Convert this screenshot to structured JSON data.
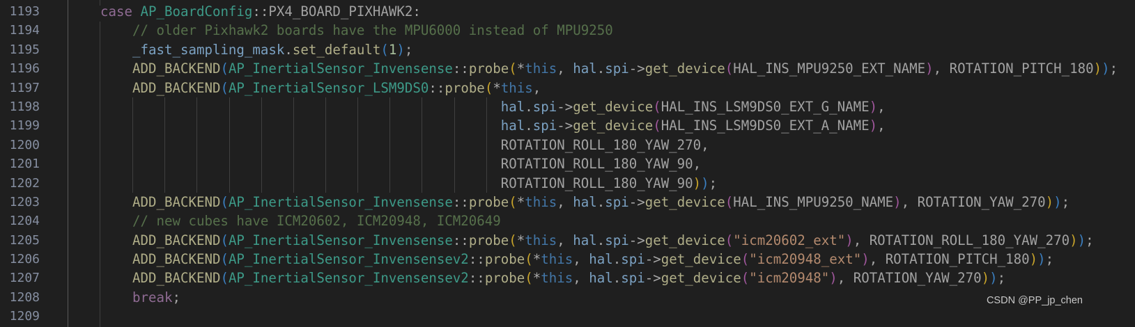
{
  "editor": {
    "line_numbers": [
      "1193",
      "1194",
      "1195",
      "1196",
      "1197",
      "1198",
      "1199",
      "1200",
      "1201",
      "1202",
      "1203",
      "1204",
      "1205",
      "1206",
      "1207",
      "1208",
      "1209"
    ],
    "lines": [
      [
        {
          "t": "case",
          "c": "kw"
        },
        {
          "t": " "
        },
        {
          "t": "AP_BoardConfig",
          "c": "type"
        },
        {
          "t": "::",
          "c": "op"
        },
        {
          "t": "PX4_BOARD_PIXHAWK2",
          "c": "const"
        },
        {
          "t": ":",
          "c": "op"
        }
      ],
      [
        {
          "t": "    "
        },
        {
          "t": "// older Pixhawk2 boards have the MPU6000 instead of MPU9250",
          "c": "cmt"
        }
      ],
      [
        {
          "t": "    "
        },
        {
          "t": "_fast_sampling_mask",
          "c": "var"
        },
        {
          "t": ".",
          "c": "op"
        },
        {
          "t": "set_default",
          "c": "fn"
        },
        {
          "t": "(",
          "c": "b1"
        },
        {
          "t": "1",
          "c": "num"
        },
        {
          "t": ")",
          "c": "b1"
        },
        {
          "t": ";",
          "c": "op"
        }
      ],
      [
        {
          "t": "    "
        },
        {
          "t": "ADD_BACKEND",
          "c": "fn"
        },
        {
          "t": "(",
          "c": "b1"
        },
        {
          "t": "AP_InertialSensor_Invensense",
          "c": "type"
        },
        {
          "t": "::",
          "c": "op"
        },
        {
          "t": "probe",
          "c": "fn"
        },
        {
          "t": "(",
          "c": "b2"
        },
        {
          "t": "*",
          "c": "op"
        },
        {
          "t": "this",
          "c": "this"
        },
        {
          "t": ", ",
          "c": "op"
        },
        {
          "t": "hal",
          "c": "var"
        },
        {
          "t": ".",
          "c": "op"
        },
        {
          "t": "spi",
          "c": "var"
        },
        {
          "t": "->",
          "c": "op"
        },
        {
          "t": "get_device",
          "c": "fn"
        },
        {
          "t": "(",
          "c": "b3"
        },
        {
          "t": "HAL_INS_MPU9250_EXT_NAME",
          "c": "const"
        },
        {
          "t": ")",
          "c": "b3"
        },
        {
          "t": ", ",
          "c": "op"
        },
        {
          "t": "ROTATION_PITCH_180",
          "c": "const"
        },
        {
          "t": ")",
          "c": "b2"
        },
        {
          "t": ")",
          "c": "b1"
        },
        {
          "t": ";",
          "c": "op"
        }
      ],
      [
        {
          "t": "    "
        },
        {
          "t": "ADD_BACKEND",
          "c": "fn"
        },
        {
          "t": "(",
          "c": "b1"
        },
        {
          "t": "AP_InertialSensor_LSM9DS0",
          "c": "type"
        },
        {
          "t": "::",
          "c": "op"
        },
        {
          "t": "probe",
          "c": "fn"
        },
        {
          "t": "(",
          "c": "b2"
        },
        {
          "t": "*",
          "c": "op"
        },
        {
          "t": "this",
          "c": "this"
        },
        {
          "t": ",",
          "c": "op"
        }
      ],
      [
        {
          "t": "                                                  "
        },
        {
          "t": "hal",
          "c": "var"
        },
        {
          "t": ".",
          "c": "op"
        },
        {
          "t": "spi",
          "c": "var"
        },
        {
          "t": "->",
          "c": "op"
        },
        {
          "t": "get_device",
          "c": "fn"
        },
        {
          "t": "(",
          "c": "b3"
        },
        {
          "t": "HAL_INS_LSM9DS0_EXT_G_NAME",
          "c": "const"
        },
        {
          "t": ")",
          "c": "b3"
        },
        {
          "t": ",",
          "c": "op"
        }
      ],
      [
        {
          "t": "                                                  "
        },
        {
          "t": "hal",
          "c": "var"
        },
        {
          "t": ".",
          "c": "op"
        },
        {
          "t": "spi",
          "c": "var"
        },
        {
          "t": "->",
          "c": "op"
        },
        {
          "t": "get_device",
          "c": "fn"
        },
        {
          "t": "(",
          "c": "b3"
        },
        {
          "t": "HAL_INS_LSM9DS0_EXT_A_NAME",
          "c": "const"
        },
        {
          "t": ")",
          "c": "b3"
        },
        {
          "t": ",",
          "c": "op"
        }
      ],
      [
        {
          "t": "                                                  "
        },
        {
          "t": "ROTATION_ROLL_180_YAW_270",
          "c": "const"
        },
        {
          "t": ",",
          "c": "op"
        }
      ],
      [
        {
          "t": "                                                  "
        },
        {
          "t": "ROTATION_ROLL_180_YAW_90",
          "c": "const"
        },
        {
          "t": ",",
          "c": "op"
        }
      ],
      [
        {
          "t": "                                                  "
        },
        {
          "t": "ROTATION_ROLL_180_YAW_90",
          "c": "const"
        },
        {
          "t": ")",
          "c": "b2"
        },
        {
          "t": ")",
          "c": "b1"
        },
        {
          "t": ";",
          "c": "op"
        }
      ],
      [
        {
          "t": "    "
        },
        {
          "t": "ADD_BACKEND",
          "c": "fn"
        },
        {
          "t": "(",
          "c": "b1"
        },
        {
          "t": "AP_InertialSensor_Invensense",
          "c": "type"
        },
        {
          "t": "::",
          "c": "op"
        },
        {
          "t": "probe",
          "c": "fn"
        },
        {
          "t": "(",
          "c": "b2"
        },
        {
          "t": "*",
          "c": "op"
        },
        {
          "t": "this",
          "c": "this"
        },
        {
          "t": ", ",
          "c": "op"
        },
        {
          "t": "hal",
          "c": "var"
        },
        {
          "t": ".",
          "c": "op"
        },
        {
          "t": "spi",
          "c": "var"
        },
        {
          "t": "->",
          "c": "op"
        },
        {
          "t": "get_device",
          "c": "fn"
        },
        {
          "t": "(",
          "c": "b3"
        },
        {
          "t": "HAL_INS_MPU9250_NAME",
          "c": "const"
        },
        {
          "t": ")",
          "c": "b3"
        },
        {
          "t": ", ",
          "c": "op"
        },
        {
          "t": "ROTATION_YAW_270",
          "c": "const"
        },
        {
          "t": ")",
          "c": "b2"
        },
        {
          "t": ")",
          "c": "b1"
        },
        {
          "t": ";",
          "c": "op"
        }
      ],
      [
        {
          "t": "    "
        },
        {
          "t": "// new cubes have ICM20602, ICM20948, ICM20649",
          "c": "cmt"
        }
      ],
      [
        {
          "t": "    "
        },
        {
          "t": "ADD_BACKEND",
          "c": "fn"
        },
        {
          "t": "(",
          "c": "b1"
        },
        {
          "t": "AP_InertialSensor_Invensense",
          "c": "type"
        },
        {
          "t": "::",
          "c": "op"
        },
        {
          "t": "probe",
          "c": "fn"
        },
        {
          "t": "(",
          "c": "b2"
        },
        {
          "t": "*",
          "c": "op"
        },
        {
          "t": "this",
          "c": "this"
        },
        {
          "t": ", ",
          "c": "op"
        },
        {
          "t": "hal",
          "c": "var"
        },
        {
          "t": ".",
          "c": "op"
        },
        {
          "t": "spi",
          "c": "var"
        },
        {
          "t": "->",
          "c": "op"
        },
        {
          "t": "get_device",
          "c": "fn"
        },
        {
          "t": "(",
          "c": "b3"
        },
        {
          "t": "\"icm20602_ext\"",
          "c": "str"
        },
        {
          "t": ")",
          "c": "b3"
        },
        {
          "t": ", ",
          "c": "op"
        },
        {
          "t": "ROTATION_ROLL_180_YAW_270",
          "c": "const"
        },
        {
          "t": ")",
          "c": "b2"
        },
        {
          "t": ")",
          "c": "b1"
        },
        {
          "t": ";",
          "c": "op"
        }
      ],
      [
        {
          "t": "    "
        },
        {
          "t": "ADD_BACKEND",
          "c": "fn"
        },
        {
          "t": "(",
          "c": "b1"
        },
        {
          "t": "AP_InertialSensor_Invensensev2",
          "c": "type"
        },
        {
          "t": "::",
          "c": "op"
        },
        {
          "t": "probe",
          "c": "fn"
        },
        {
          "t": "(",
          "c": "b2"
        },
        {
          "t": "*",
          "c": "op"
        },
        {
          "t": "this",
          "c": "this"
        },
        {
          "t": ", ",
          "c": "op"
        },
        {
          "t": "hal",
          "c": "var"
        },
        {
          "t": ".",
          "c": "op"
        },
        {
          "t": "spi",
          "c": "var"
        },
        {
          "t": "->",
          "c": "op"
        },
        {
          "t": "get_device",
          "c": "fn"
        },
        {
          "t": "(",
          "c": "b3"
        },
        {
          "t": "\"icm20948_ext\"",
          "c": "str"
        },
        {
          "t": ")",
          "c": "b3"
        },
        {
          "t": ", ",
          "c": "op"
        },
        {
          "t": "ROTATION_PITCH_180",
          "c": "const"
        },
        {
          "t": ")",
          "c": "b2"
        },
        {
          "t": ")",
          "c": "b1"
        },
        {
          "t": ";",
          "c": "op"
        }
      ],
      [
        {
          "t": "    "
        },
        {
          "t": "ADD_BACKEND",
          "c": "fn"
        },
        {
          "t": "(",
          "c": "b1"
        },
        {
          "t": "AP_InertialSensor_Invensensev2",
          "c": "type"
        },
        {
          "t": "::",
          "c": "op"
        },
        {
          "t": "probe",
          "c": "fn"
        },
        {
          "t": "(",
          "c": "b2"
        },
        {
          "t": "*",
          "c": "op"
        },
        {
          "t": "this",
          "c": "this"
        },
        {
          "t": ", ",
          "c": "op"
        },
        {
          "t": "hal",
          "c": "var"
        },
        {
          "t": ".",
          "c": "op"
        },
        {
          "t": "spi",
          "c": "var"
        },
        {
          "t": "->",
          "c": "op"
        },
        {
          "t": "get_device",
          "c": "fn"
        },
        {
          "t": "(",
          "c": "b3"
        },
        {
          "t": "\"icm20948\"",
          "c": "str"
        },
        {
          "t": ")",
          "c": "b3"
        },
        {
          "t": ", ",
          "c": "op"
        },
        {
          "t": "ROTATION_YAW_270",
          "c": "const"
        },
        {
          "t": ")",
          "c": "b2"
        },
        {
          "t": ")",
          "c": "b1"
        },
        {
          "t": ";",
          "c": "op"
        }
      ],
      [
        {
          "t": "    "
        },
        {
          "t": "break",
          "c": "kw"
        },
        {
          "t": ";",
          "c": "op"
        }
      ],
      []
    ]
  },
  "theme": {
    "background": "#1f1f1f",
    "line_number": "#858ea0",
    "keyword": "#8f6b93",
    "type": "#3d9a88",
    "comment": "#56704b",
    "variable": "#7ba1c2",
    "function": "#b0ae88",
    "string": "#b48a6e",
    "number": "#a8c09c",
    "bracket_1": "#3b7fc0",
    "bracket_2": "#c8a42a",
    "bracket_3": "#a0579c"
  },
  "watermark": {
    "text": "CSDN @PP_jp_chen"
  }
}
